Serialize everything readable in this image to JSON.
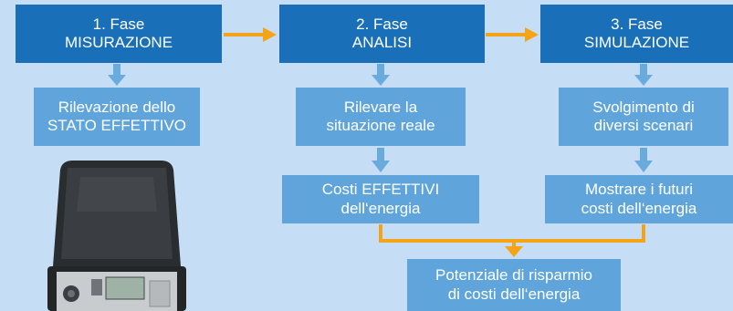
{
  "phases": [
    {
      "number": "1. Fase",
      "name": "MISURAZIONE"
    },
    {
      "number": "2. Fase",
      "name": "ANALISI"
    },
    {
      "number": "3. Fase",
      "name": "SIMULAZIONE"
    }
  ],
  "steps": {
    "phase1_step": {
      "line1": "Rilevazione dello",
      "line2": "STATO EFFETTIVO"
    },
    "phase2_step1": {
      "line1": "Rilevare la",
      "line2": "situazione reale"
    },
    "phase2_step2": {
      "line1": "Costi EFFETTIVI",
      "line2": "dell‘energia"
    },
    "phase3_step1": {
      "line1": "Svolgimento di",
      "line2": "diversi scenari"
    },
    "phase3_step2": {
      "line1": "Mostrare i futuri",
      "line2": "costi dell‘energia"
    },
    "result": {
      "line1": "Potenziale di risparmio",
      "line2": "di costi dell‘energia"
    }
  },
  "colors": {
    "background": "#c6def5",
    "phase_box": "#1a70b8",
    "step_box": "#5fa5db",
    "flow_arrow_orange": "#f5a317",
    "flow_arrow_blue": "#6aabde"
  },
  "image": {
    "subject": "measurement-device-case-photo"
  }
}
